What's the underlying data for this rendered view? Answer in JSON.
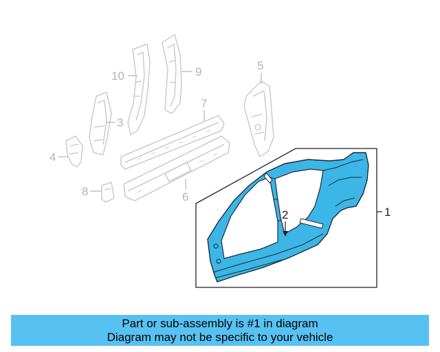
{
  "diagram": {
    "callouts": {
      "c1": "1",
      "c2": "2",
      "c3": "3",
      "c4": "4",
      "c5": "5",
      "c6": "6",
      "c7": "7",
      "c8": "8",
      "c9": "9",
      "c10": "10"
    },
    "highlight_color": "#3bb6e6"
  },
  "banner": {
    "line1": "Part or sub-assembly is #1 in diagram",
    "line2": "Diagram may not be specific to your vehicle",
    "background": "#57c2f2"
  }
}
